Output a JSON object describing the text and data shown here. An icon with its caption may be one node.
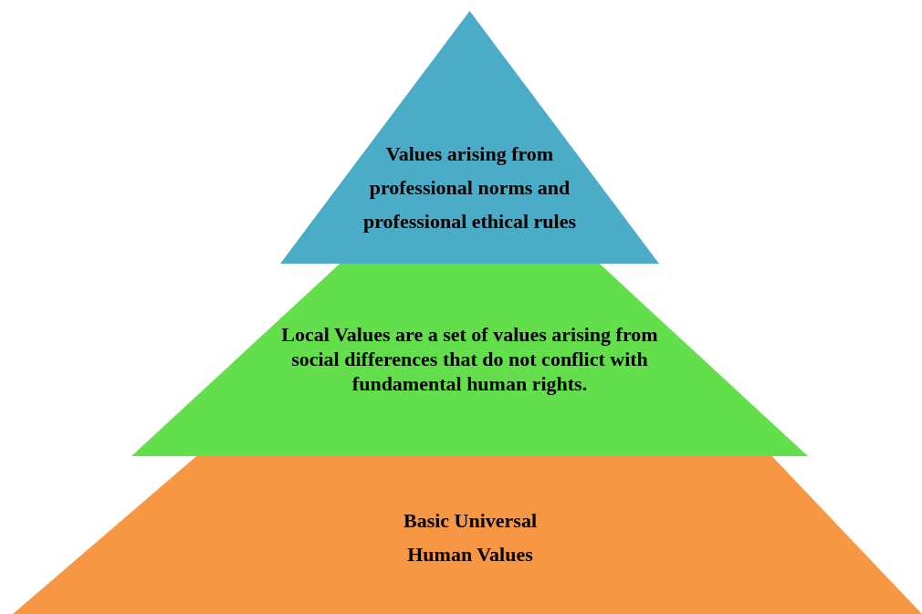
{
  "diagram": {
    "nodes": [
      {
        "text": [
          "Values arising from professional norms and professional ethical rules"
        ]
      },
      {
        "text": [
          "Local Values are a set of values arising from social differences that do not conflict with fundamental human rights."
        ]
      },
      {
        "text": [
          "Basic Universal Human Values"
        ]
      }
    ]
  }
}
